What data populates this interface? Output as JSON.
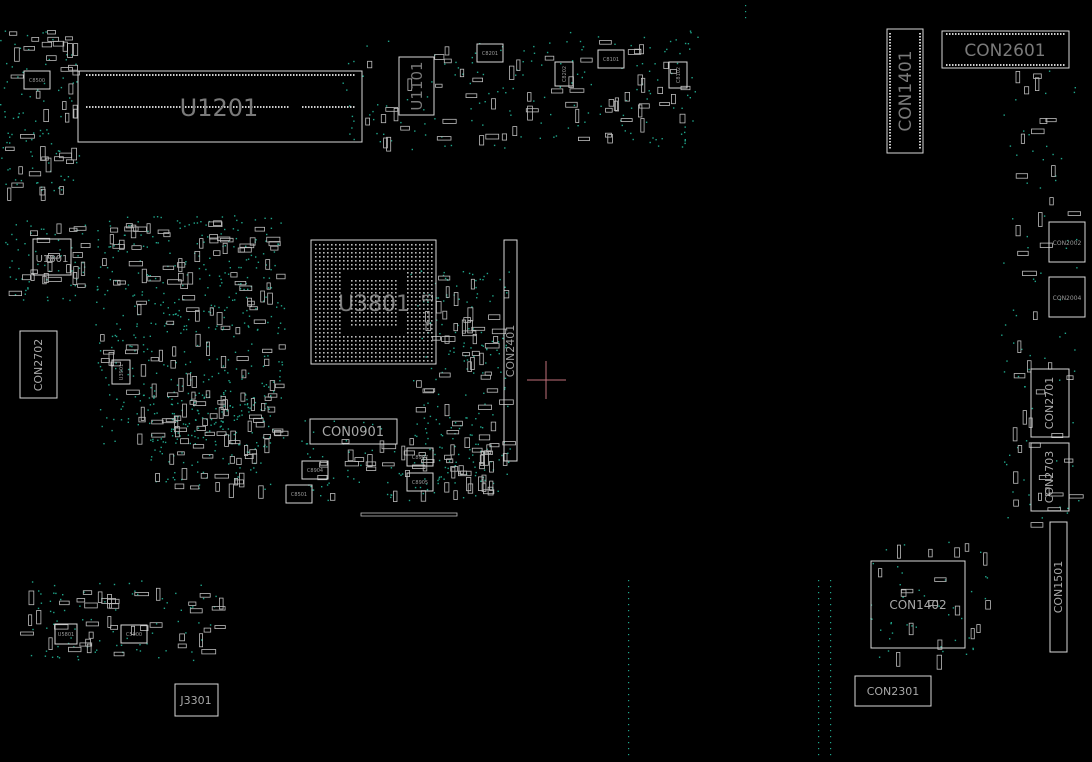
{
  "colors": {
    "background": "#000000",
    "outline": "#d8d8d8",
    "via": "#1fa58a",
    "cursor": "#c0707a"
  },
  "labels": {
    "u1201": "U1201",
    "u1101": "U1101",
    "con1401": "CON1401",
    "con2601": "CON2601",
    "u1801": "U1801",
    "u3801": "U3801",
    "con2401": "CON2401",
    "con2702": "CON2702",
    "con0901": "CON0901",
    "con2002": "CON2002",
    "con2004": "CON2004",
    "con2701": "CON2701",
    "con2703": "CON2703",
    "con1501": "CON1501",
    "con1402": "CON1402",
    "con2301": "CON2301",
    "j3301": "J3301",
    "c8500": "C8500",
    "c8201": "C8201",
    "c8202": "C8202",
    "c8101": "C8101",
    "c8102": "C8102",
    "c8907": "C8907",
    "c8905": "C8905",
    "c8904": "C8904",
    "c8501": "C8501",
    "u3901": "U3901",
    "u5801": "U5801",
    "c5000": "C5000"
  }
}
